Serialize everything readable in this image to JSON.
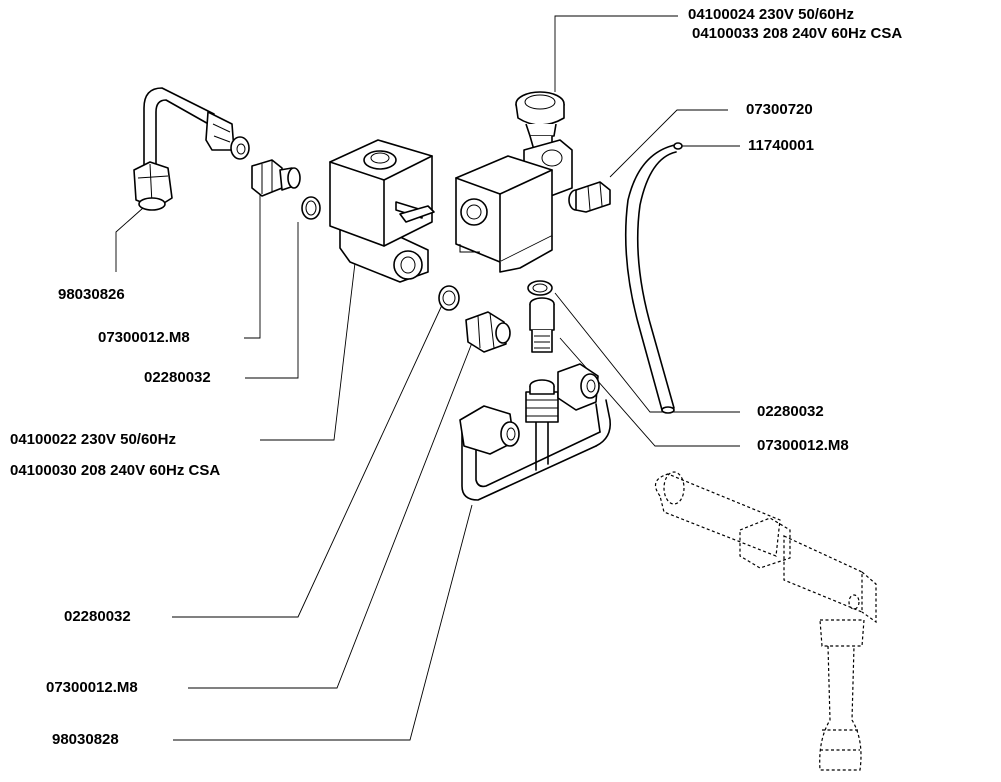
{
  "labels": {
    "valve_top_a": "04100024 230V 50/60Hz",
    "valve_top_b": "04100033 208 240V 60Hz CSA",
    "fitting_right": "07300720",
    "tube_right": "11740001",
    "pipe_left": "98030826",
    "nipple_left": "07300012.M8",
    "oring_left": "02280032",
    "valve_left_a": "04100022 230V 50/60Hz",
    "valve_left_b": "04100030 208 240V 60Hz CSA",
    "oring_mid_right": "02280032",
    "nipple_mid_right": "07300012.M8",
    "oring_low": "02280032",
    "nipple_low": "07300012.M8",
    "manifold": "98030828"
  }
}
